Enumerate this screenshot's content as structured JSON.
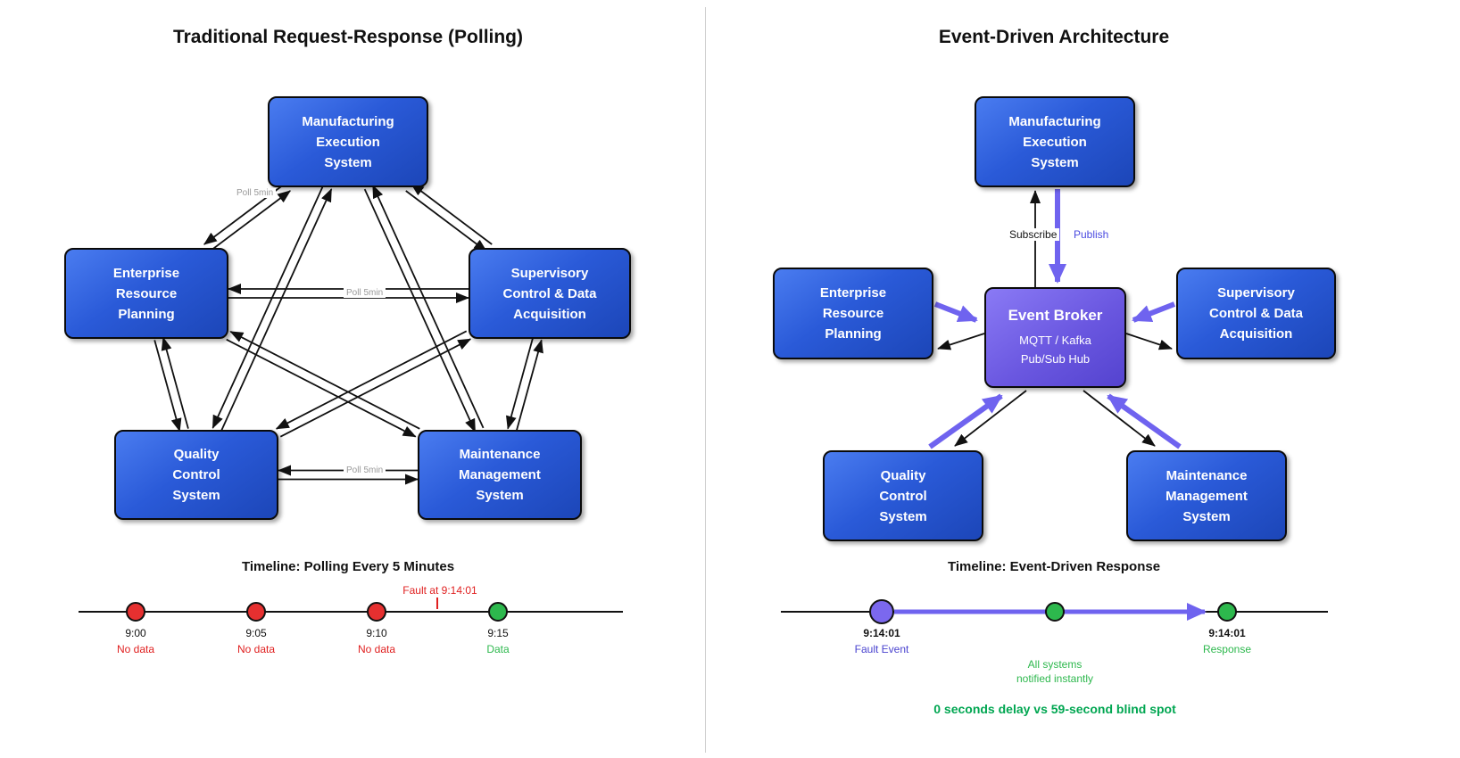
{
  "left_panel": {
    "title": "Traditional Request-Response (Polling)",
    "nodes": {
      "mes": [
        "Manufacturing",
        "Execution",
        "System"
      ],
      "erp": [
        "Enterprise",
        "Resource",
        "Planning"
      ],
      "scada": [
        "Supervisory",
        "Control & Data",
        "Acquisition"
      ],
      "qcs": [
        "Quality",
        "Control",
        "System"
      ],
      "mms": [
        "Maintenance",
        "Management",
        "System"
      ]
    },
    "poll_label": "Poll 5min",
    "timeline": {
      "title": "Timeline: Polling Every 5 Minutes",
      "fault_annotation": "Fault at 9:14:01",
      "points": [
        {
          "time": "9:00",
          "status": "No data",
          "color": "red"
        },
        {
          "time": "9:05",
          "status": "No data",
          "color": "red"
        },
        {
          "time": "9:10",
          "status": "No data",
          "color": "red"
        },
        {
          "time": "9:15",
          "status": "Data",
          "color": "green"
        }
      ]
    }
  },
  "right_panel": {
    "title": "Event-Driven Architecture",
    "nodes": {
      "mes": [
        "Manufacturing",
        "Execution",
        "System"
      ],
      "erp": [
        "Enterprise",
        "Resource",
        "Planning"
      ],
      "scada": [
        "Supervisory",
        "Control & Data",
        "Acquisition"
      ],
      "qcs": [
        "Quality",
        "Control",
        "System"
      ],
      "mms": [
        "Maintenance",
        "Management",
        "System"
      ]
    },
    "broker": {
      "title": "Event Broker",
      "line2": "MQTT / Kafka",
      "line3": "Pub/Sub Hub"
    },
    "labels": {
      "subscribe": "Subscribe",
      "publish": "Publish"
    },
    "timeline": {
      "title": "Timeline: Event-Driven Response",
      "start": {
        "time": "9:14:01",
        "label": "Fault Event"
      },
      "end": {
        "time": "9:14:01",
        "label": "Response"
      },
      "note_line1": "All systems",
      "note_line2": "notified instantly",
      "summary": "0 seconds delay vs 59-second blind spot"
    }
  },
  "colors": {
    "node_fill": "#2a5ad8",
    "broker_fill": "#6a57e0",
    "arrow_black": "#111111",
    "publish_arrow": "#6f63ef",
    "fault_red": "#e02020",
    "data_green": "#2db84d",
    "event_purple": "#7b68ee",
    "summary_green": "#00a651"
  }
}
